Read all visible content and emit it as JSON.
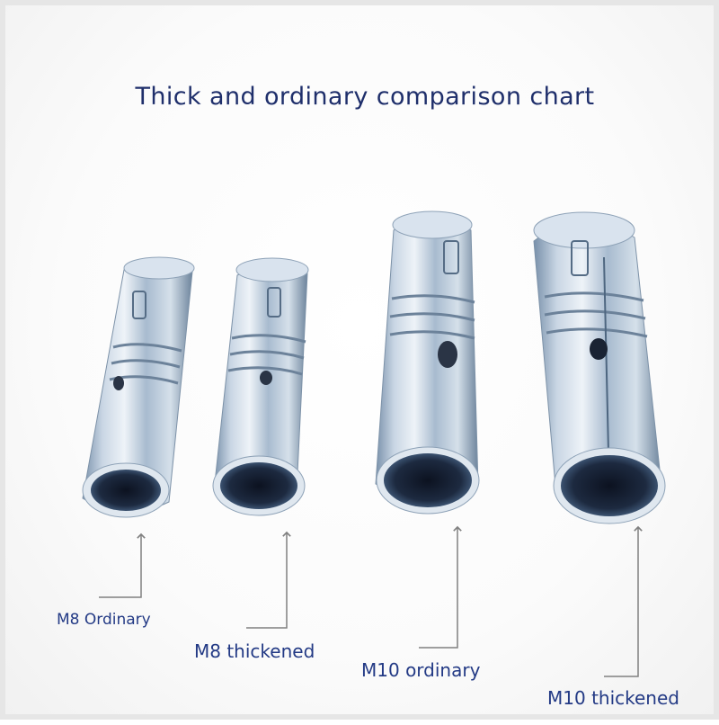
{
  "title": "Thick and ordinary comparison chart",
  "labels": {
    "m8_ordinary": "M8 Ordinary",
    "m8_thickened": "M8 thickened",
    "m10_ordinary": "M10 ordinary",
    "m10_thickened": "M10 thickened"
  },
  "colors": {
    "title_text": "#1f2f6b",
    "label_text": "#233a85",
    "arrow_line": "#808080",
    "metal_light": "#e7eef6",
    "metal_mid": "#a9bdd2",
    "metal_dark": "#5f7892",
    "sleeve_interior": "#0f1726"
  }
}
